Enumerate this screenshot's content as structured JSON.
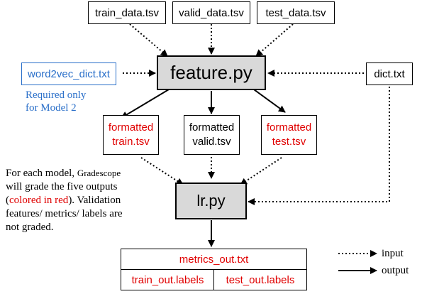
{
  "inputs": {
    "train_data": "train_data.tsv",
    "valid_data": "valid_data.tsv",
    "test_data": "test_data.tsv",
    "word2vec_dict": "word2vec_dict.txt",
    "dict": "dict.txt"
  },
  "scripts": {
    "feature": "feature.py",
    "lr": "lr.py"
  },
  "formatted": {
    "train": "formatted\ntrain.tsv",
    "valid": "formatted\nvalid.tsv",
    "test": "formatted\ntest.tsv"
  },
  "outputs": {
    "metrics": "metrics_out.txt",
    "train_labels": "train_out.labels",
    "test_labels": "test_out.labels"
  },
  "note_required": "Required only\nfor Model 2",
  "grading_note": {
    "part1": "For each model, ",
    "gradescope": "Gradescope",
    "part2": "will grade the five outputs (",
    "colored": "colored in red",
    "part3": "). Validation features/ metrics/ labels are not graded."
  },
  "legend": {
    "input": "input",
    "output": "output"
  },
  "colors": {
    "red": "#e00000",
    "blue": "#2a6fc9",
    "gray_box": "#d9d9d9"
  }
}
